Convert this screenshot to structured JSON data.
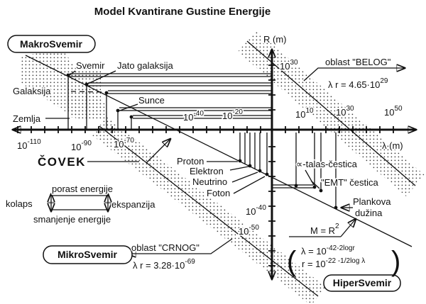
{
  "title": "Model Kvantirane Gustine Energije",
  "regions": {
    "makro": "MakroSvemir",
    "mikro": "MikroSvemir",
    "hiper": "HiperSvemir"
  },
  "axes": {
    "r": "R (m)",
    "lambda": "λ (m)"
  },
  "x_ticks": {
    "m110": {
      "base": "10",
      "sup": "-110"
    },
    "m90": {
      "base": "10",
      "sup": "-90"
    },
    "m70": {
      "base": "10",
      "sup": "-70"
    },
    "m40": {
      "base": "10",
      "sup": "-40"
    },
    "m20": {
      "base": "10",
      "sup": "-20"
    },
    "p10": {
      "base": "10",
      "sup": "10"
    },
    "p30": {
      "base": "10",
      "sup": "30"
    },
    "p50": {
      "base": "10",
      "sup": "50"
    }
  },
  "r_ticks": {
    "p30": {
      "base": "10",
      "sup": "30"
    },
    "m40": {
      "base": "10",
      "sup": "-40"
    },
    "m50": {
      "base": "10",
      "sup": "-50"
    }
  },
  "macro_objects": {
    "svemir": "Svemir",
    "jato": "Jato galaksija",
    "galaksija": "Galaksija",
    "sunce": "Sunce",
    "zemlja": "Zemlja"
  },
  "covek": "ČOVEK",
  "micro_objects": {
    "proton": "Proton",
    "elektron": "Elektron",
    "neutrino": "Neutrino",
    "foton": "Foton",
    "talas": "∝-talas-čestica",
    "emt": "\"EMT\" čestica",
    "plank1": "Plankova",
    "plank2": "dužina"
  },
  "belog": {
    "label": "oblast \"BELOG\"",
    "eq_base": "λ r = 4.65·10",
    "eq_sup": "29"
  },
  "crnog": {
    "label": "oblast \"CRNOG\"",
    "eq_base": "λ r = 3.28·10",
    "eq_sup": "-69"
  },
  "formulas": {
    "mr_base": "M = R",
    "mr_sup": "2",
    "paren_open": "(",
    "paren_close": ")",
    "sys1_base": "λ = 10",
    "sys1_sup": "-42-2logr",
    "sys2_base": "r = 10",
    "sys2_sup": "-22 -1/2log λ"
  },
  "energy_cycle": {
    "top": "porast energije",
    "bottom": "smanjenje energije",
    "left": "kolaps",
    "right": "ekspanzija"
  }
}
